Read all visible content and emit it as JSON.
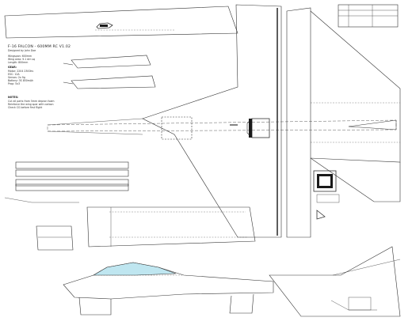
{
  "header": {
    "title": "F-16 FALCON - 600MM RC  V1.02",
    "subtitle": "Designed by John Doe"
  },
  "specs": [
    "Wingspan: 600mm",
    "Wing area: 9.1 dm sq",
    "Length: 800mm"
  ],
  "gear_heading": "GEAR:",
  "gear_lines": [
    "Motor: 2204 2300kv",
    "ESC: 12A",
    "Servos: 2x 9g",
    "Battery: 3S 850mAh",
    "Prop: 5x3"
  ],
  "notes_heading": "NOTES:",
  "notes_lines": [
    "Cut all parts from 5mm depron foam",
    "Reinforce the wing spar with carbon",
    "Check CG before first flight"
  ],
  "colors": {
    "line": "#333333",
    "canopy": "#bfe6f0",
    "servo": "#1a1a1a"
  }
}
